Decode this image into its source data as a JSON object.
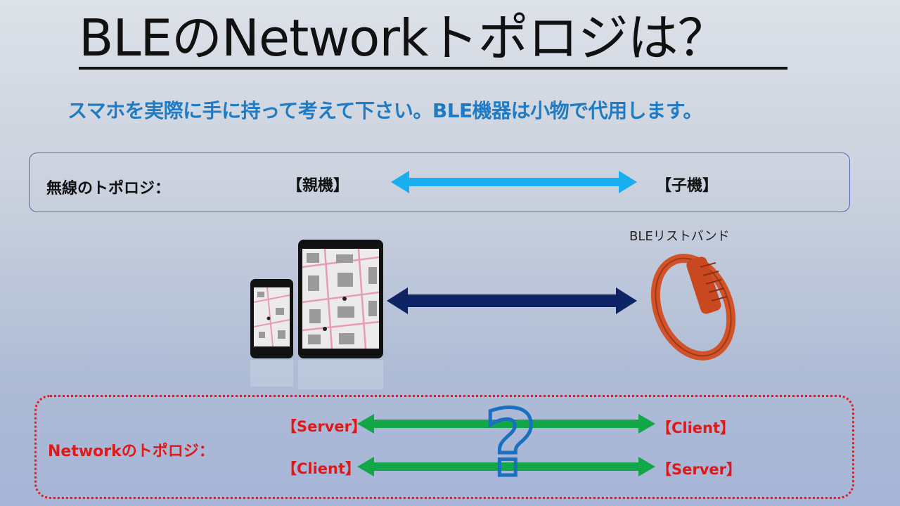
{
  "slide": {
    "title": "BLEのNetworkトポロジは？",
    "subtitle": "スマホを実際に手に持って考えて下さい。BLE機器は小物で代用します。",
    "wireless": {
      "label": "無線のトポロジ：",
      "left_role": "【親機】",
      "right_role": "【子機】"
    },
    "devices": {
      "band_caption": "BLEリストバンド"
    },
    "network": {
      "label": "Networkのトポロジ：",
      "rows": [
        {
          "left": "【Server】",
          "right": "【Client】"
        },
        {
          "left": "【Client】",
          "right": "【Server】"
        }
      ],
      "question_mark": "?"
    },
    "colors": {
      "title": "#111111",
      "subtitle": "#1f7bc4",
      "wireless_arrow": "#19aef0",
      "device_arrow": "#0e2464",
      "network_arrow": "#12a84a",
      "network_label": "#e01818",
      "question_mark": "#1a6fc0",
      "band": "#d2532a"
    }
  }
}
